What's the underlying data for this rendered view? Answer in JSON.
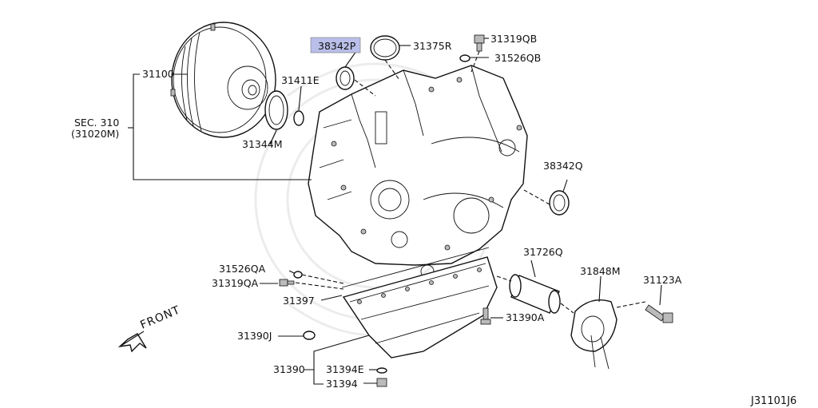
{
  "diagram_code": "J31101J6",
  "direction_label": "FRONT",
  "highlight_color": "#b9bfe8",
  "parts": {
    "p38342P": "38342P",
    "p31375R": "31375R",
    "p31319QB": "31319QB",
    "p31526QB": "31526QB",
    "p31100": "31100",
    "p31411E": "31411E",
    "p31344M": "31344M",
    "sec310_a": "SEC. 310",
    "sec310_b": "(31020M)",
    "p38342Q": "38342Q",
    "p31726Q": "31726Q",
    "p31848M": "31848M",
    "p31123A": "31123A",
    "p31526QA": "31526QA",
    "p31319QA": "31319QA",
    "p31397": "31397",
    "p31390J": "31390J",
    "p31390A": "31390A",
    "p31390": "31390",
    "p31394E": "31394E",
    "p31394": "31394"
  }
}
